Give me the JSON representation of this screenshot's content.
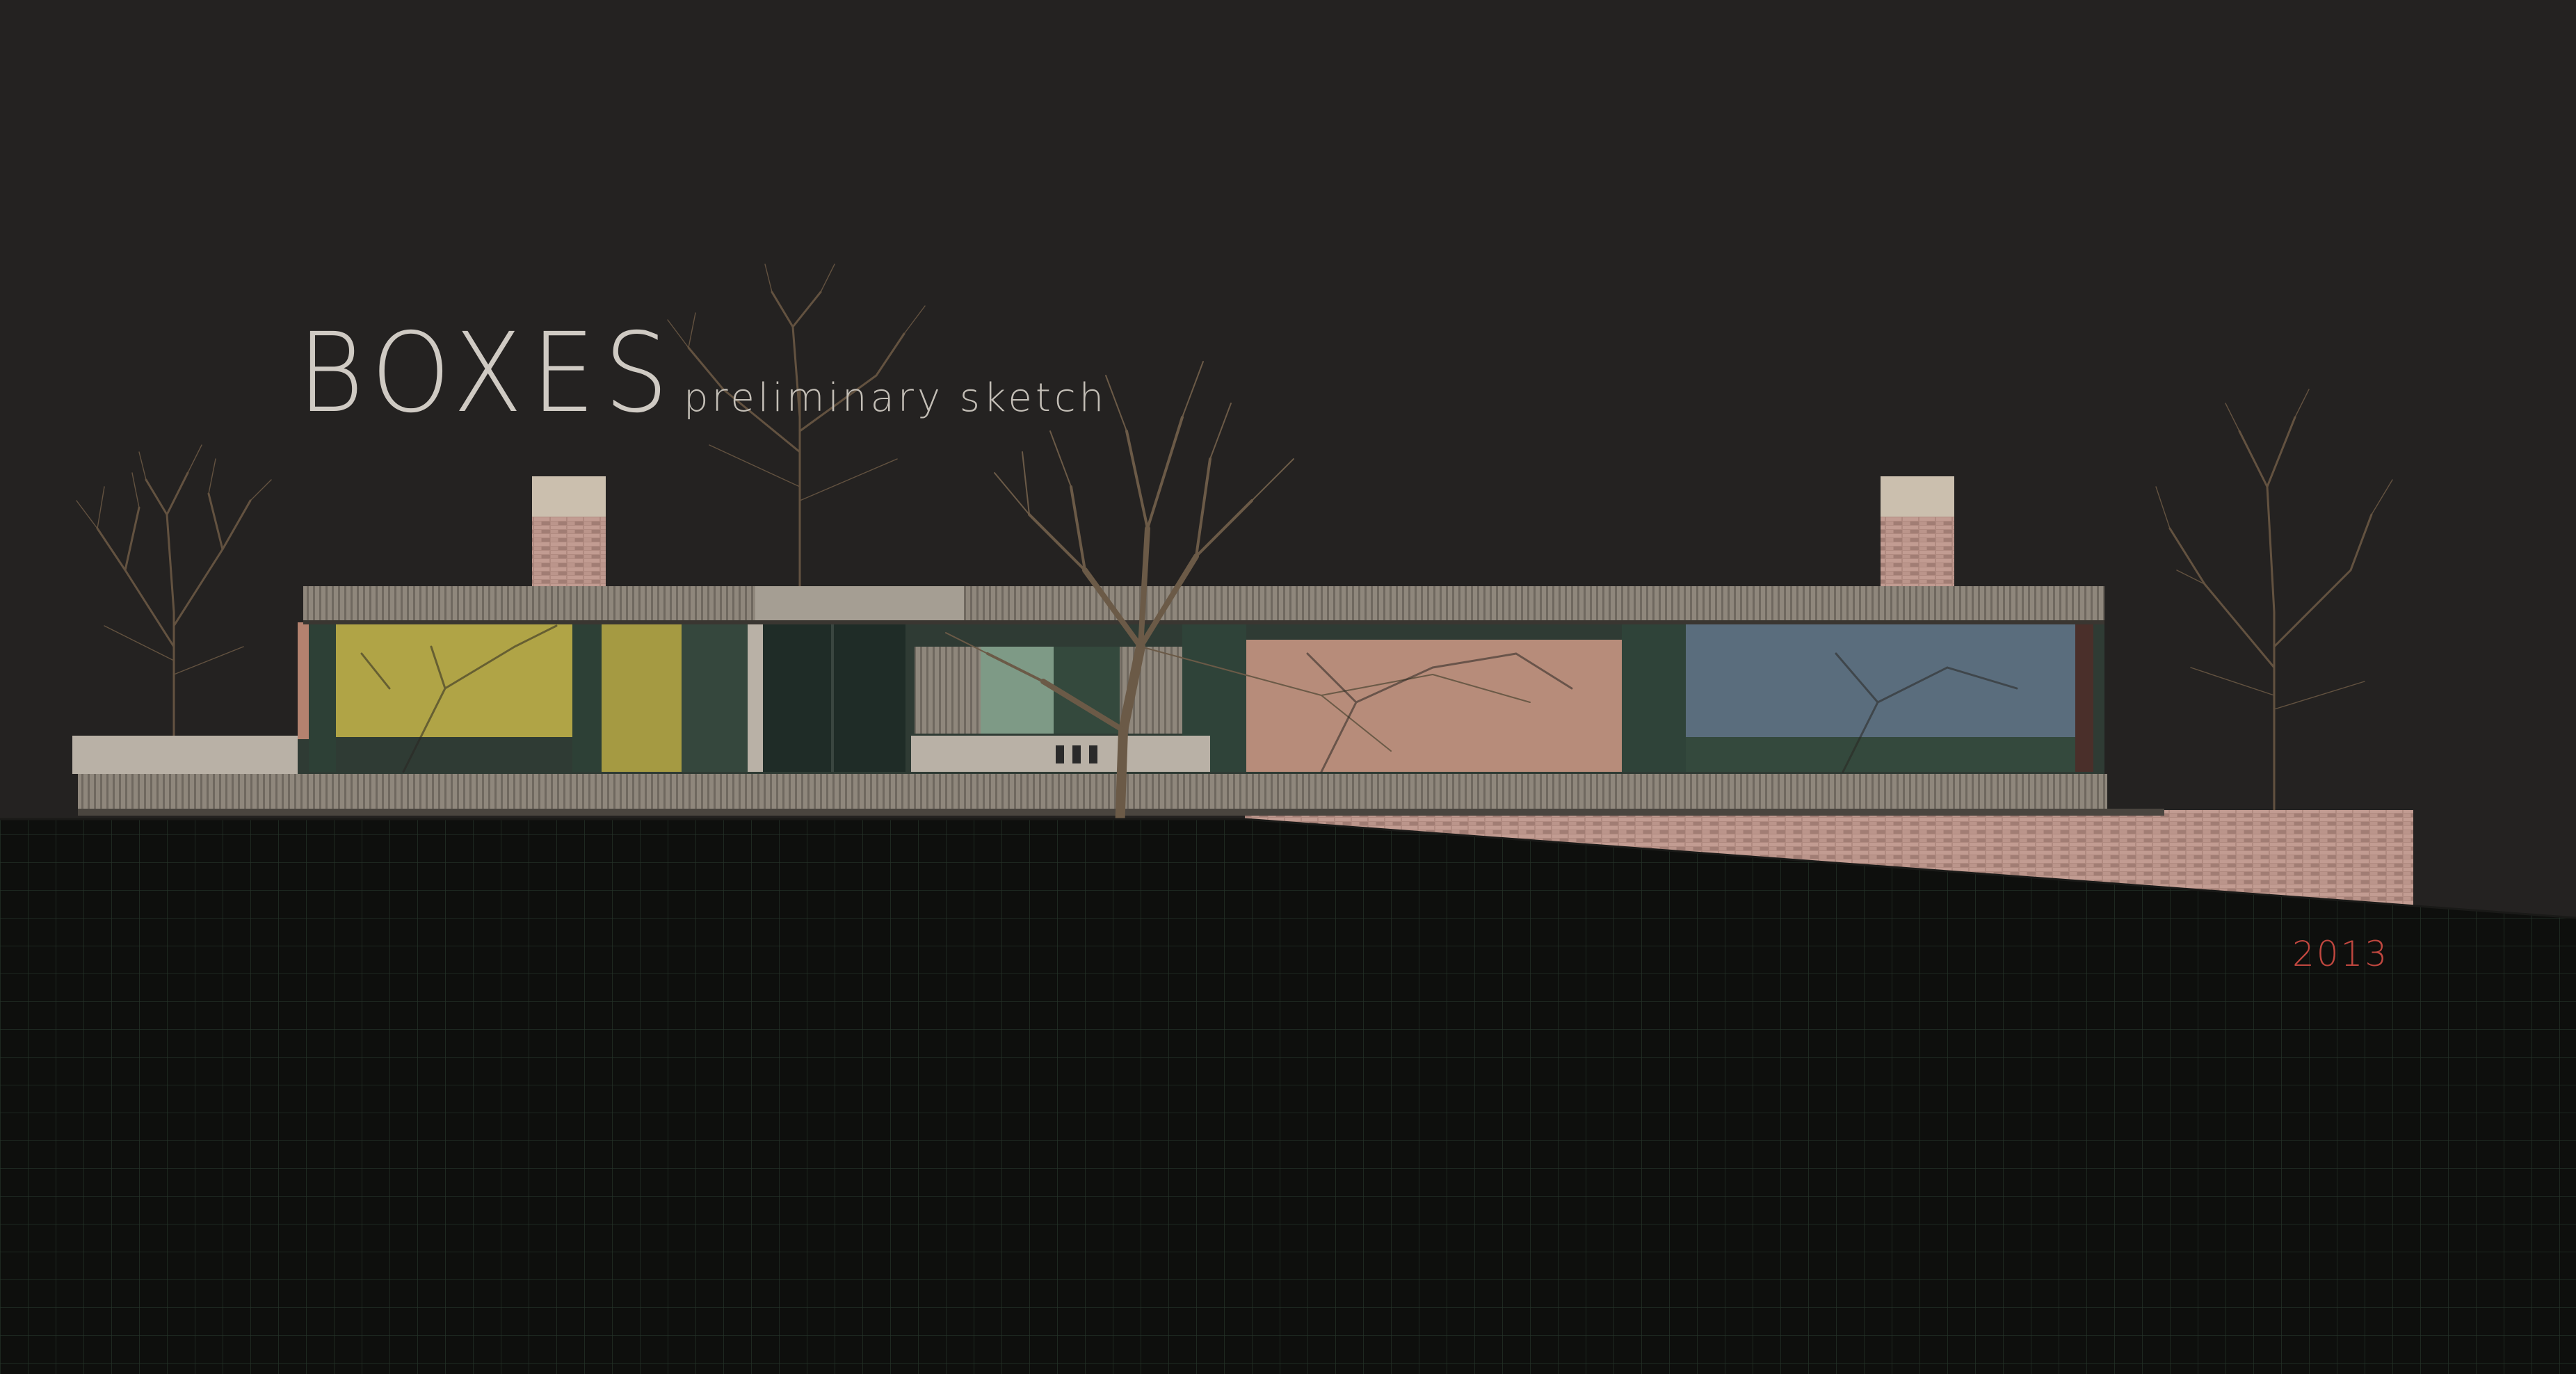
{
  "title": "BOXES",
  "subtitle": "preliminary sketch",
  "year": "2013",
  "colors": {
    "sky": "#242221",
    "ground": "#0f100e",
    "grid": "#2a3a2a",
    "title": "#cfcac3",
    "year": "#c0473f",
    "panel_yellow": "#b0a446",
    "panel_green": "#34493d",
    "panel_sage": "#7e9a86",
    "panel_pink": "#b78c7a",
    "panel_blue": "#5a6d7d",
    "brick": "#a8867e",
    "concrete": "#b9b1a6",
    "tree": "#6b5a47"
  },
  "elements": [
    "house-elevation",
    "chimney-left",
    "chimney-right",
    "trees",
    "brick-retaining-wall",
    "ground-grid"
  ]
}
